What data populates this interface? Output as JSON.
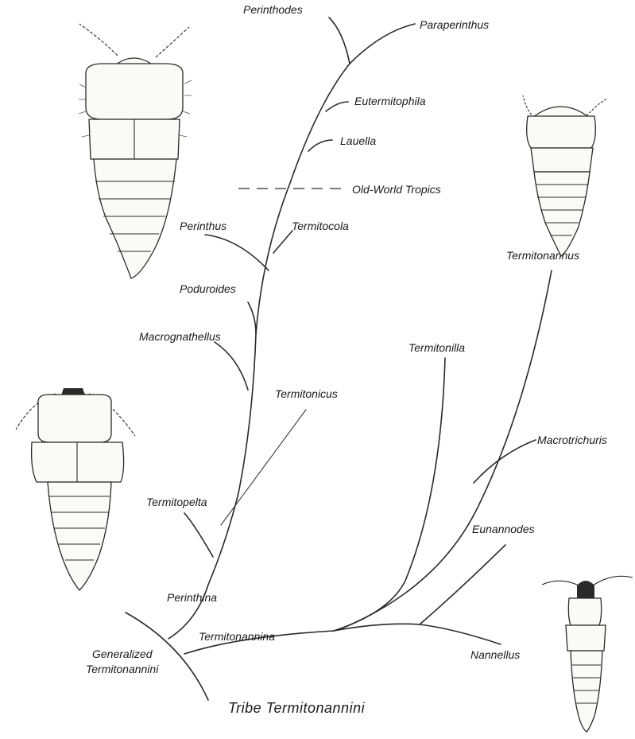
{
  "diagram": {
    "title": "Tribe Termitonannini",
    "subtribes": {
      "perinthina": "Perinthina",
      "termitonannina": "Termitonannina",
      "generalized_line1": "Generalized",
      "generalized_line2": "Termitonannini"
    },
    "geography_label": "Old-World Tropics",
    "genera": [
      {
        "id": "perinthodes",
        "label": "Perinthodes"
      },
      {
        "id": "paraperinthus",
        "label": "Paraperinthus"
      },
      {
        "id": "eutermitophila",
        "label": "Eutermitophila"
      },
      {
        "id": "lauella",
        "label": "Lauella"
      },
      {
        "id": "perinthus",
        "label": "Perinthus"
      },
      {
        "id": "termitocola",
        "label": "Termitocola"
      },
      {
        "id": "poduroides",
        "label": "Poduroides"
      },
      {
        "id": "macrognathellus",
        "label": "Macrognathellus"
      },
      {
        "id": "termitonicus",
        "label": "Termitonicus"
      },
      {
        "id": "termitopelta",
        "label": "Termitopelta"
      },
      {
        "id": "termitonannus",
        "label": "Termitonannus"
      },
      {
        "id": "termitonilla",
        "label": "Termitonilla"
      },
      {
        "id": "macrotrichuris",
        "label": "Macrotrichuris"
      },
      {
        "id": "eunannodes",
        "label": "Eunannodes"
      },
      {
        "id": "nannellus",
        "label": "Nannellus"
      }
    ]
  }
}
